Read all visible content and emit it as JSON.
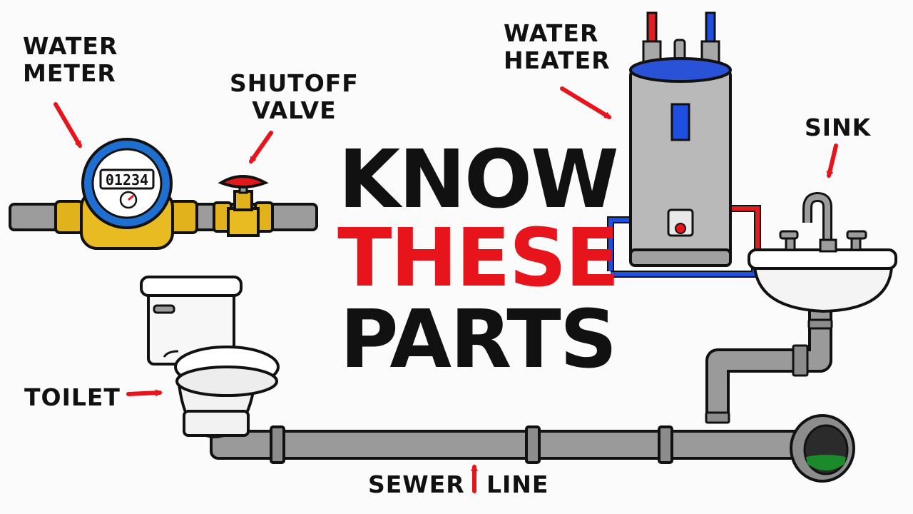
{
  "title": {
    "line1": "KNOW",
    "line2": "THESE",
    "line3": "PARTS"
  },
  "labels": {
    "water_meter_line1": "WATER",
    "water_meter_line2": "METER",
    "shutoff_line1": "SHUTOFF",
    "shutoff_line2": "VALVE",
    "water_heater_line1": "WATER",
    "water_heater_line2": "HEATER",
    "sink": "SINK",
    "toilet": "TOILET",
    "sewer_word1": "SEWER",
    "sewer_word2": "LINE"
  },
  "meter_reading": "01234",
  "colors": {
    "accent_red": "#e8141b",
    "text": "#111111",
    "pipe_gray": "#9a9a9a",
    "brass": "#e2b21c",
    "meter_blue": "#1e6fd0",
    "hot_line": "#e02020",
    "cold_line": "#1f4fe0",
    "drain_water": "#1a8a2a"
  }
}
